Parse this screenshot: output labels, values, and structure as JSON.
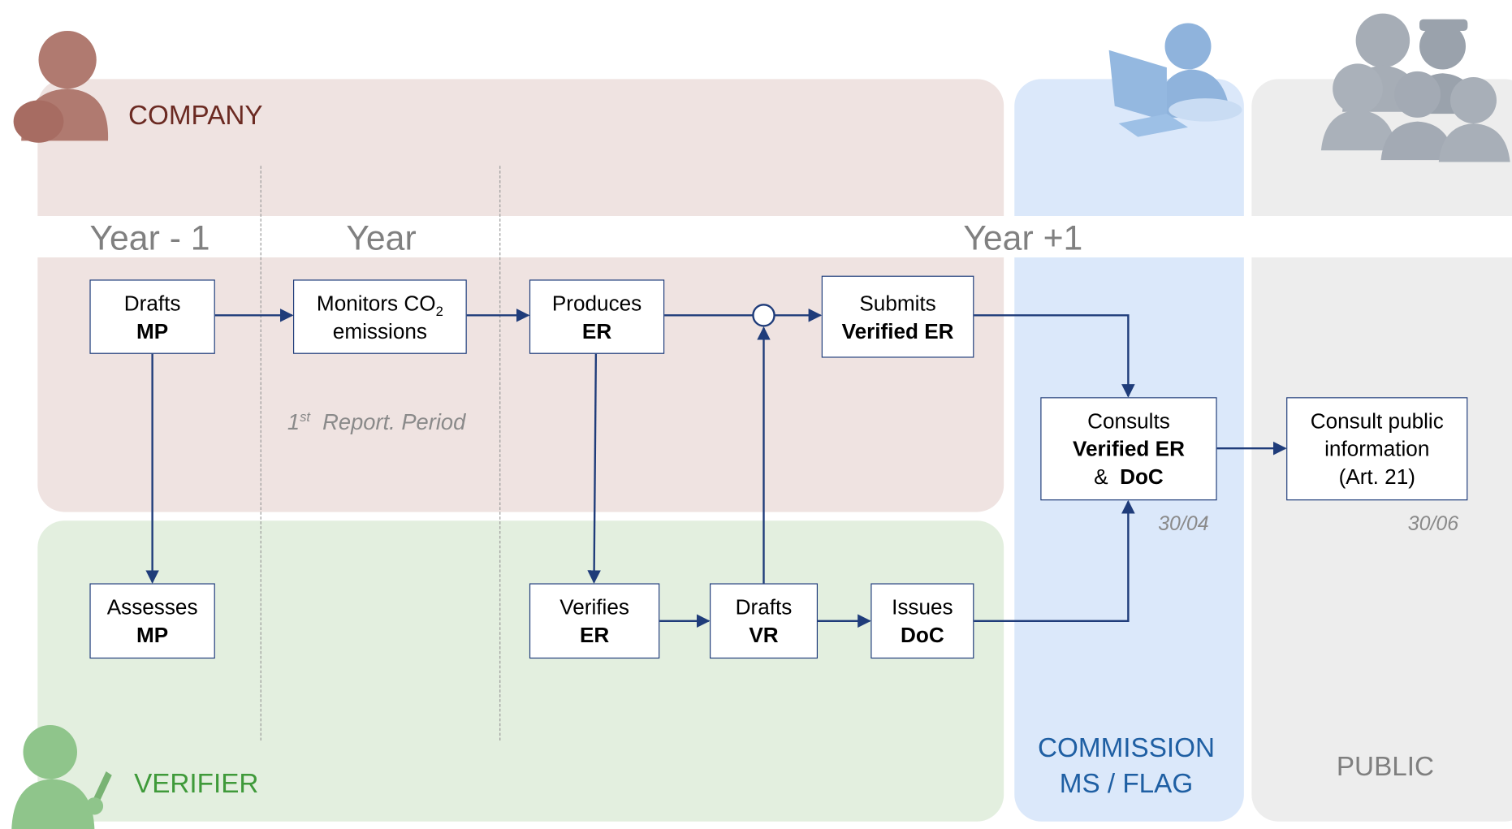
{
  "lanes": {
    "company": "COMPANY",
    "verifier": "VERIFIER",
    "commission_line1": "COMMISSION",
    "commission_line2": "MS / FLAG",
    "public": "PUBLIC"
  },
  "years": {
    "year_minus_1": "Year - 1",
    "year": "Year",
    "year_plus_1": "Year +1"
  },
  "period_note": {
    "ordinal": "1",
    "suffix": "st",
    "text": "Report. Period"
  },
  "steps": {
    "drafts_mp": {
      "line1": "Drafts",
      "line2": "MP"
    },
    "monitors": {
      "line1_pre": "Monitors CO",
      "line1_sub": "2",
      "line2": "emissions"
    },
    "produces_er": {
      "line1": "Produces",
      "line2": "ER"
    },
    "submits": {
      "line1": "Submits",
      "line2": "Verified ER"
    },
    "consults": {
      "line1": "Consults",
      "line2": "Verified ER",
      "line3_pre": "& ",
      "line3_bold": "DoC"
    },
    "consult_public": {
      "line1": "Consult public",
      "line2": "information",
      "line3": "(Art. 21)"
    },
    "assesses_mp": {
      "line1": "Assesses",
      "line2": "MP"
    },
    "verifies_er": {
      "line1": "Verifies",
      "line2": "ER"
    },
    "drafts_vr": {
      "line1": "Drafts",
      "line2": "VR"
    },
    "issues_doc": {
      "line1": "Issues",
      "line2": "DoC"
    }
  },
  "deadlines": {
    "commission": "30/04",
    "public": "30/06"
  },
  "colors": {
    "company_lane": "#efe3e1",
    "verifier_lane": "#e3efdf",
    "commission_lane": "#dbe8fa",
    "public_lane": "#ededed",
    "company_text": "#6b2a22",
    "verifier_text": "#3f9a3a",
    "commission_text": "#1f5fa3",
    "public_text": "#7f7f7f",
    "arrow": "#1f3c7a"
  },
  "icons": {
    "company": "company-person-icon",
    "verifier": "verifier-person-icon",
    "commission": "computer-user-icon",
    "public": "crowd-icon"
  }
}
